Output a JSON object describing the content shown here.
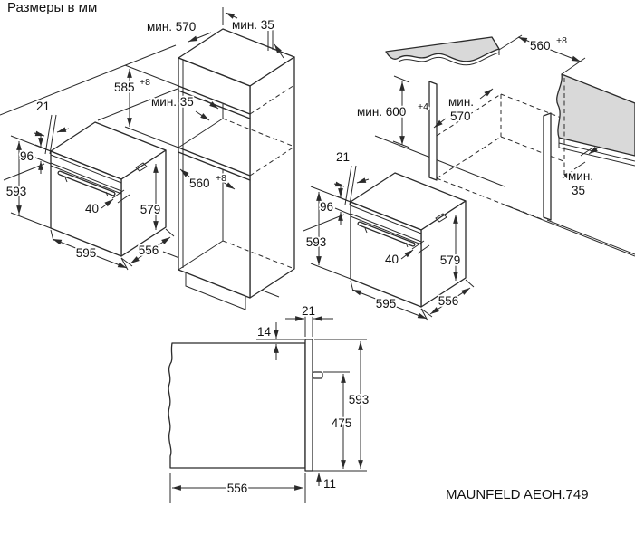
{
  "title": "Размеры в мм",
  "footer": {
    "model": "MAUNFELD AEOH.749"
  },
  "tall_cabinet": {
    "depth_min": "мин. 570",
    "top_gap_min": "мин. 35",
    "niche_height": "585",
    "niche_height_tol": "+8",
    "vent_gap_min": "мин. 35",
    "niche_width": "560",
    "niche_width_tol": "+8"
  },
  "oven_left": {
    "door_gap": "21",
    "panel_height": "96",
    "height": "593",
    "handle_depth": "40",
    "body_height": "579",
    "width": "595",
    "depth": "556"
  },
  "base_cabinet": {
    "niche_width": "560",
    "niche_width_tol": "+8",
    "worktop_height_min": "мин. 600",
    "worktop_height_tol": "+4",
    "depth_min_line1": "мин.",
    "depth_min_line2": "570",
    "rear_gap_line1": "мин.",
    "rear_gap_line2": "35"
  },
  "oven_right": {
    "door_gap": "21",
    "panel_height": "96",
    "height": "593",
    "handle_depth": "40",
    "body_height": "579",
    "width": "595",
    "depth": "556"
  },
  "side_section": {
    "door_gap": "21",
    "top_overlap": "14",
    "height": "593",
    "handle_to_bottom": "475",
    "depth": "556",
    "bottom_overlap": "11"
  }
}
